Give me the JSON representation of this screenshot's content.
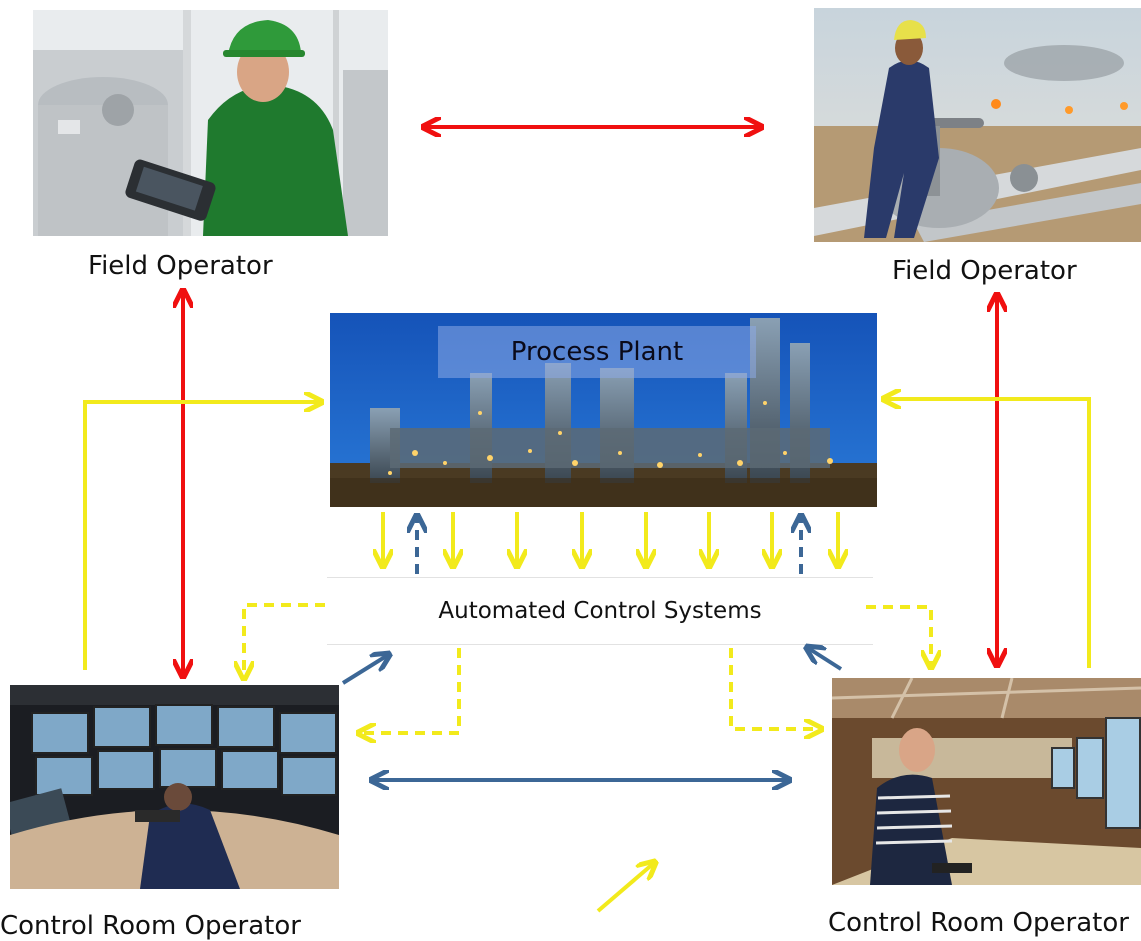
{
  "nodes": {
    "field_operator_left": "Field Operator",
    "field_operator_right": "Field Operator",
    "process_plant": "Process Plant",
    "automated_control_systems": "Automated Control Systems",
    "control_room_left": "Control Room Operator",
    "control_room_right": "Control Room Operator"
  },
  "colors": {
    "red_arrow": "#f01010",
    "yellow_arrow": "#f2ea1c",
    "blue_arrow": "#3c6796"
  }
}
